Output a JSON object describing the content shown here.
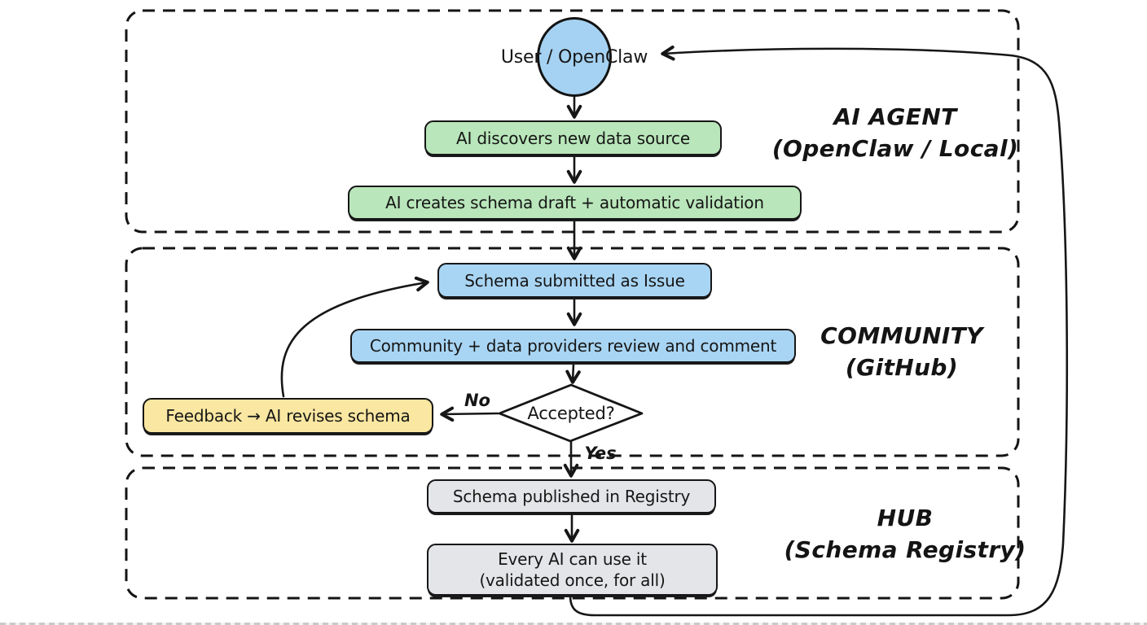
{
  "diagram": {
    "type": "flowchart",
    "background": "#ffffff",
    "ink": "#161616"
  },
  "palette": {
    "green": "#b9e6ba",
    "blue": "#a9d5f4",
    "yellow": "#fae7a1",
    "gray": "#e3e5e8",
    "circle_blue": "#a5d2f2"
  },
  "sections": {
    "agent": {
      "name": "AI AGENT",
      "subtitle": "(OpenClaw / Local)"
    },
    "community": {
      "name": "COMMUNITY",
      "subtitle": "(GitHub)"
    },
    "hub": {
      "name": "HUB",
      "subtitle": "(Schema Registry)"
    }
  },
  "nodes": {
    "user": {
      "label": "User / OpenClaw",
      "shape": "circle"
    },
    "discover": {
      "label": "AI discovers new data source"
    },
    "draft": {
      "label": "AI creates schema draft + automatic validation"
    },
    "submit": {
      "label": "Schema submitted as Issue"
    },
    "review": {
      "label": "Community + data providers review and comment"
    },
    "accepted": {
      "label": "Accepted?",
      "shape": "diamond"
    },
    "feedback": {
      "label": "Feedback → AI revises schema"
    },
    "publish": {
      "label": "Schema published in Registry"
    },
    "use": {
      "label_line1": "Every AI can use it",
      "label_line2": "(validated once, for all)"
    }
  },
  "edge_labels": {
    "no": "No",
    "yes": "Yes"
  },
  "edges": [
    {
      "from": "user",
      "to": "discover"
    },
    {
      "from": "discover",
      "to": "draft"
    },
    {
      "from": "draft",
      "to": "submit"
    },
    {
      "from": "submit",
      "to": "review"
    },
    {
      "from": "review",
      "to": "accepted"
    },
    {
      "from": "accepted",
      "to": "feedback",
      "label": "No"
    },
    {
      "from": "feedback",
      "to": "submit"
    },
    {
      "from": "accepted",
      "to": "publish",
      "label": "Yes"
    },
    {
      "from": "publish",
      "to": "use"
    },
    {
      "from": "use",
      "to": "user"
    }
  ]
}
